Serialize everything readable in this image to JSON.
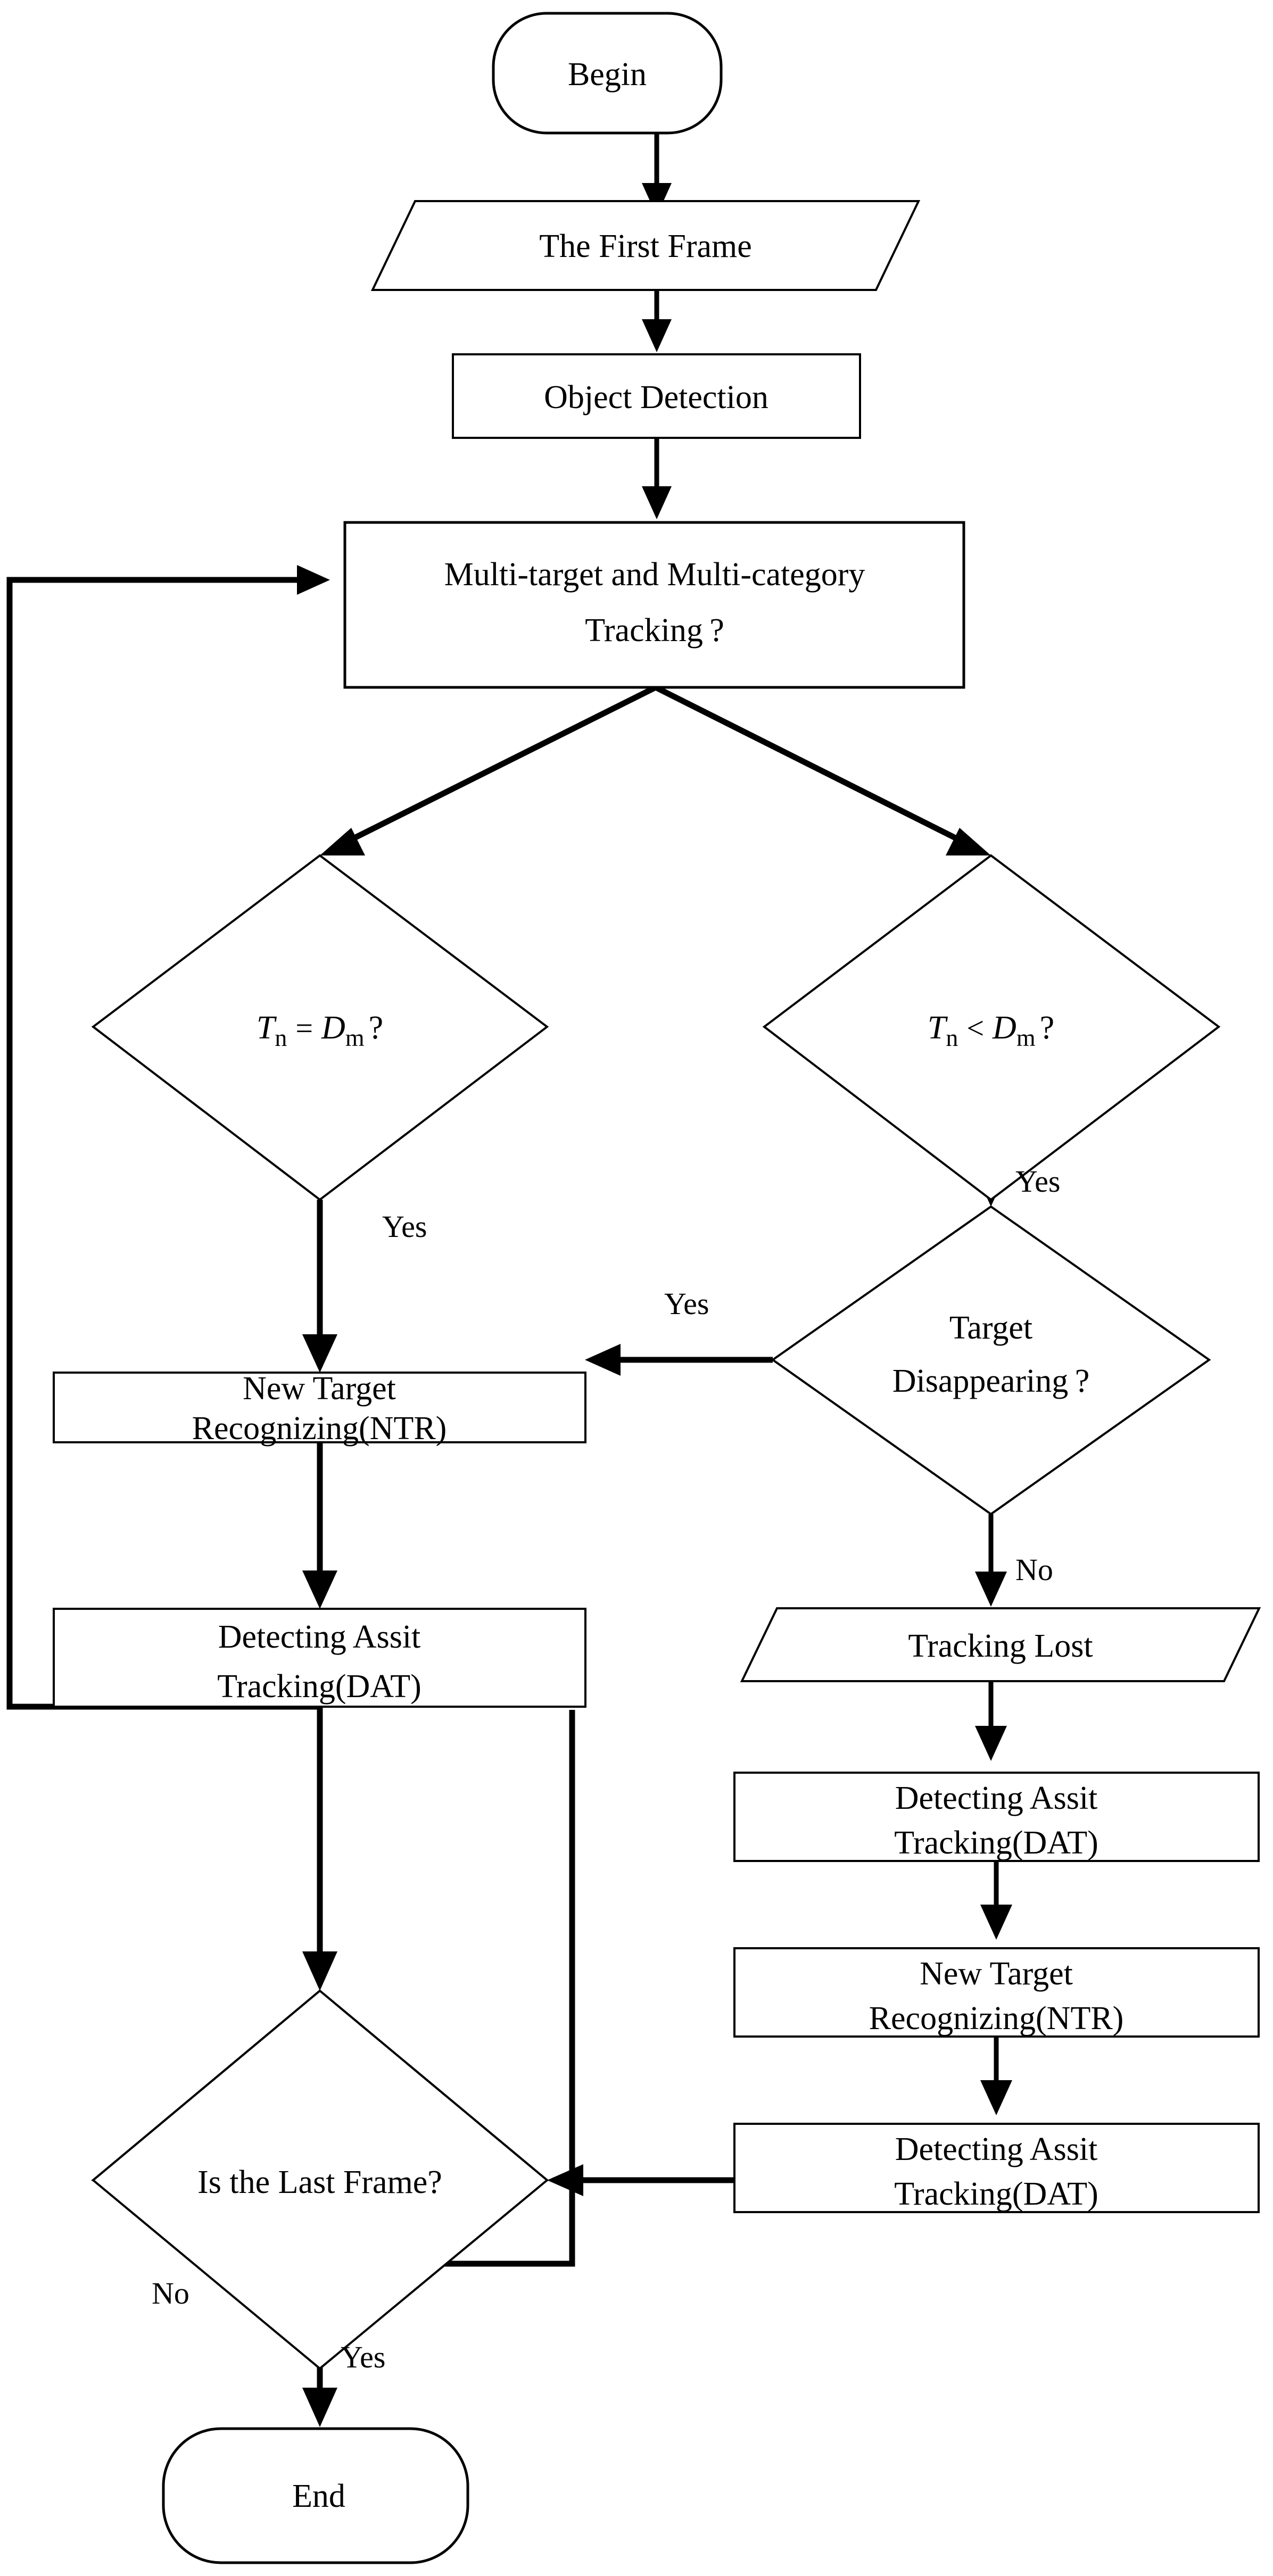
{
  "diagram": {
    "title": "Multi-target multi-category tracking flowchart",
    "stroke_color": "#000000",
    "fill_color": "#ffffff",
    "background": "#ffffff"
  },
  "nodes": {
    "begin": {
      "label": "Begin",
      "shape": "terminator"
    },
    "first_frame": {
      "label": "The First Frame",
      "shape": "parallelogram"
    },
    "object_detection": {
      "label": "Object Detection",
      "shape": "process"
    },
    "mtmc_line1": {
      "label": "Multi-target and Multi-category",
      "shape": "process"
    },
    "mtmc_line2": {
      "label": "Tracking ?",
      "shape": "process"
    },
    "cond_eq": {
      "shape": "decision",
      "var1": "T",
      "sub1": "n",
      "op": "=",
      "var2": "D",
      "sub2": "m",
      "q": "?"
    },
    "cond_lt": {
      "shape": "decision",
      "var1": "T",
      "sub1": "n",
      "op": "<",
      "var2": "D",
      "sub2": "m",
      "q": "?"
    },
    "ntr_left_line1": {
      "label": "New Target"
    },
    "ntr_left_line2": {
      "label": "Recognizing(NTR)"
    },
    "dat_left_line1": {
      "label": "Detecting Assit"
    },
    "dat_left_line2": {
      "label": "Tracking(DAT)"
    },
    "target_disappearing_line1": {
      "label": "Target"
    },
    "target_disappearing_line2": {
      "label": "Disappearing ?"
    },
    "tracking_lost": {
      "label": "Tracking Lost",
      "shape": "parallelogram"
    },
    "dat_right1_line1": {
      "label": "Detecting Assit"
    },
    "dat_right1_line2": {
      "label": "Tracking(DAT)"
    },
    "ntr_right_line1": {
      "label": "New Target"
    },
    "ntr_right_line2": {
      "label": "Recognizing(NTR)"
    },
    "dat_right2_line1": {
      "label": "Detecting Assit"
    },
    "dat_right2_line2": {
      "label": "Tracking(DAT)"
    },
    "last_frame": {
      "label": "Is the Last Frame?",
      "shape": "decision"
    },
    "end": {
      "label": "End",
      "shape": "terminator"
    }
  },
  "edge_labels": {
    "eq_yes": "Yes",
    "lt_yes": "Yes",
    "disappear_yes": "Yes",
    "disappear_no": "No",
    "last_frame_no": "No",
    "last_frame_yes": "Yes"
  }
}
